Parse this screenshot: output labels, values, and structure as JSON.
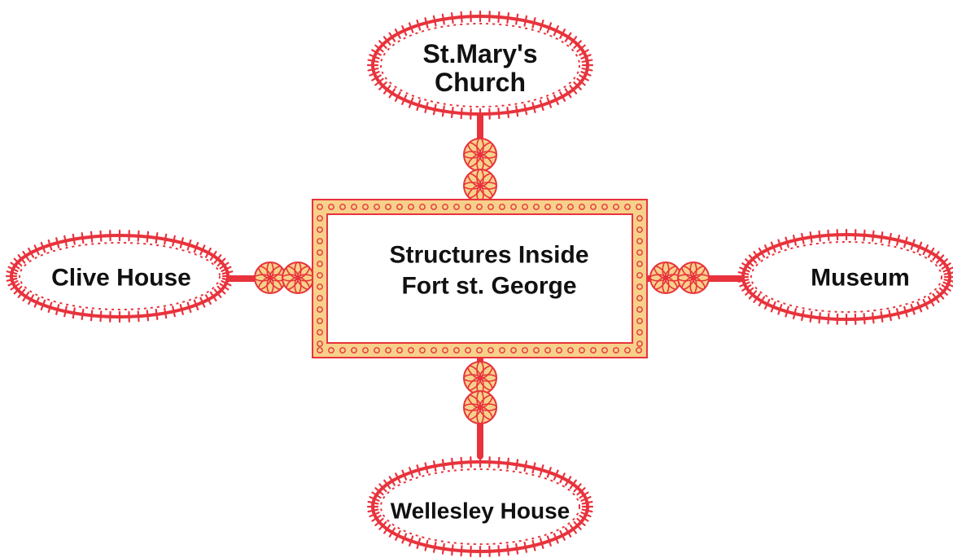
{
  "diagram": {
    "center": {
      "line1": "Structures Inside",
      "line2": "Fort st. George"
    },
    "top": {
      "line1": "St.Mary's",
      "line2": "Church"
    },
    "left": {
      "label": "Clive House"
    },
    "right": {
      "label": "Museum"
    },
    "bottom": {
      "label": "Wellesley House"
    }
  },
  "colors": {
    "border_red": "#e8333c",
    "border_fill": "#f7d18a",
    "text": "#111111",
    "background": "#ffffff"
  }
}
